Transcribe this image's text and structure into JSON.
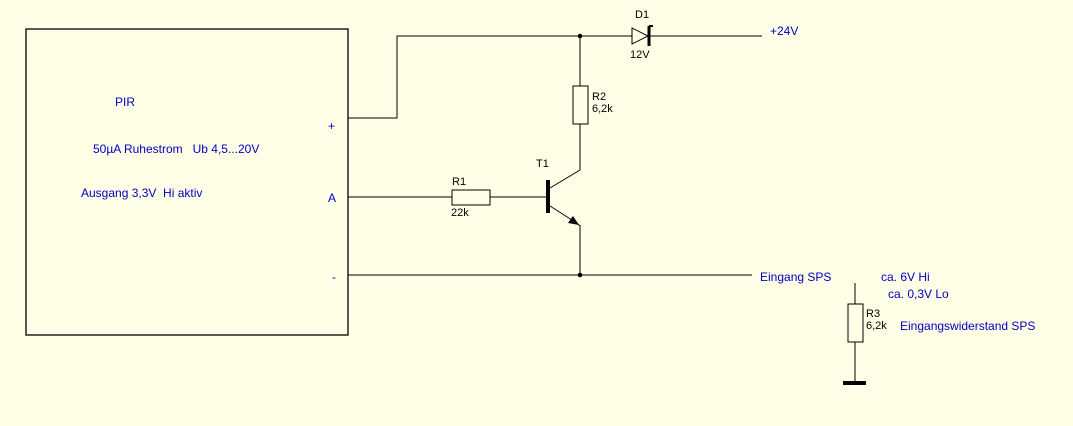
{
  "pir": {
    "title": "PIR",
    "line1": "50µA Ruhestrom   Ub 4,5...20V",
    "line2": "Ausgang 3,3V  Hi aktiv",
    "pin_plus": "+",
    "pin_a": "A",
    "pin_minus": "-"
  },
  "d1": {
    "name": "D1",
    "value": "12V"
  },
  "supply": "+24V",
  "r1": {
    "name": "R1",
    "value": "22k"
  },
  "r2": {
    "name": "R2",
    "value": "6,2k"
  },
  "r3": {
    "name": "R3",
    "value": "6,2k"
  },
  "t1": {
    "name": "T1"
  },
  "plc": {
    "input": "Eingang SPS",
    "hi": "ca. 6V Hi",
    "lo": "ca. 0,3V Lo",
    "resistance": "Eingangswiderstand SPS"
  },
  "colors": {
    "background": "#ffffe8",
    "text": "#0000c0",
    "wire": "#000000"
  }
}
